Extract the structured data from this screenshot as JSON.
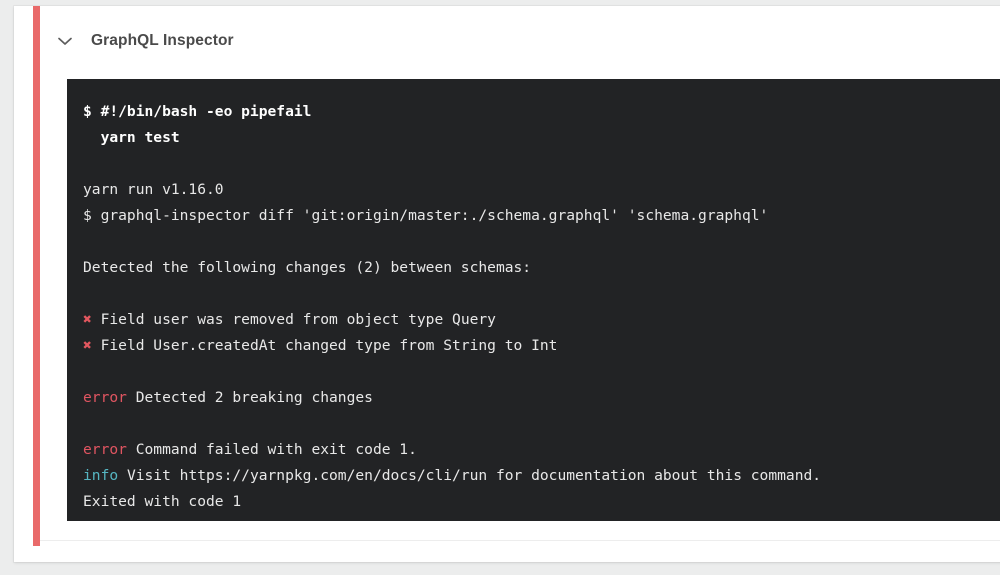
{
  "theme": {
    "page_bg": "#eceded",
    "card_bg": "#ffffff",
    "status_stripe": "#e96a6a",
    "terminal_bg": "#222325",
    "terminal_fg": "#e8e8e8",
    "error_color": "#e05561",
    "info_color": "#56b6c2",
    "x_mark_color": "#e2575f",
    "title_color": "#4a4a4a"
  },
  "job": {
    "title": "GraphQL Inspector",
    "collapse_icon": "chevron-down-icon",
    "status": "failed"
  },
  "terminal": {
    "lines": [
      {
        "id": "l1",
        "type": "command",
        "text": "$ #!/bin/bash -eo pipefail"
      },
      {
        "id": "l2",
        "type": "command",
        "text": "  yarn test"
      },
      {
        "id": "l3",
        "type": "blank",
        "text": ""
      },
      {
        "id": "l4",
        "type": "output",
        "text": "yarn run v1.16.0"
      },
      {
        "id": "l5",
        "type": "output",
        "text": "$ graphql-inspector diff 'git:origin/master:./schema.graphql' 'schema.graphql'"
      },
      {
        "id": "l6",
        "type": "blank",
        "text": ""
      },
      {
        "id": "l7",
        "type": "output",
        "text": "Detected the following changes (2) between schemas:"
      },
      {
        "id": "l8",
        "type": "blank",
        "text": ""
      },
      {
        "id": "l9",
        "type": "change",
        "marker": "✖",
        "text": "Field user was removed from object type Query"
      },
      {
        "id": "l10",
        "type": "change",
        "marker": "✖",
        "text": "Field User.createdAt changed type from String to Int"
      },
      {
        "id": "l11",
        "type": "blank",
        "text": ""
      },
      {
        "id": "l12",
        "type": "keyword",
        "keyword": "error",
        "keyword_kind": "error",
        "text": " Detected 2 breaking changes"
      },
      {
        "id": "l13",
        "type": "blank",
        "text": ""
      },
      {
        "id": "l14",
        "type": "keyword",
        "keyword": "error",
        "keyword_kind": "error",
        "text": " Command failed with exit code 1."
      },
      {
        "id": "l15",
        "type": "keyword",
        "keyword": "info",
        "keyword_kind": "info",
        "text": " Visit https://yarnpkg.com/en/docs/cli/run for documentation about this command."
      },
      {
        "id": "l16",
        "type": "output",
        "text": "Exited with code 1"
      }
    ]
  }
}
